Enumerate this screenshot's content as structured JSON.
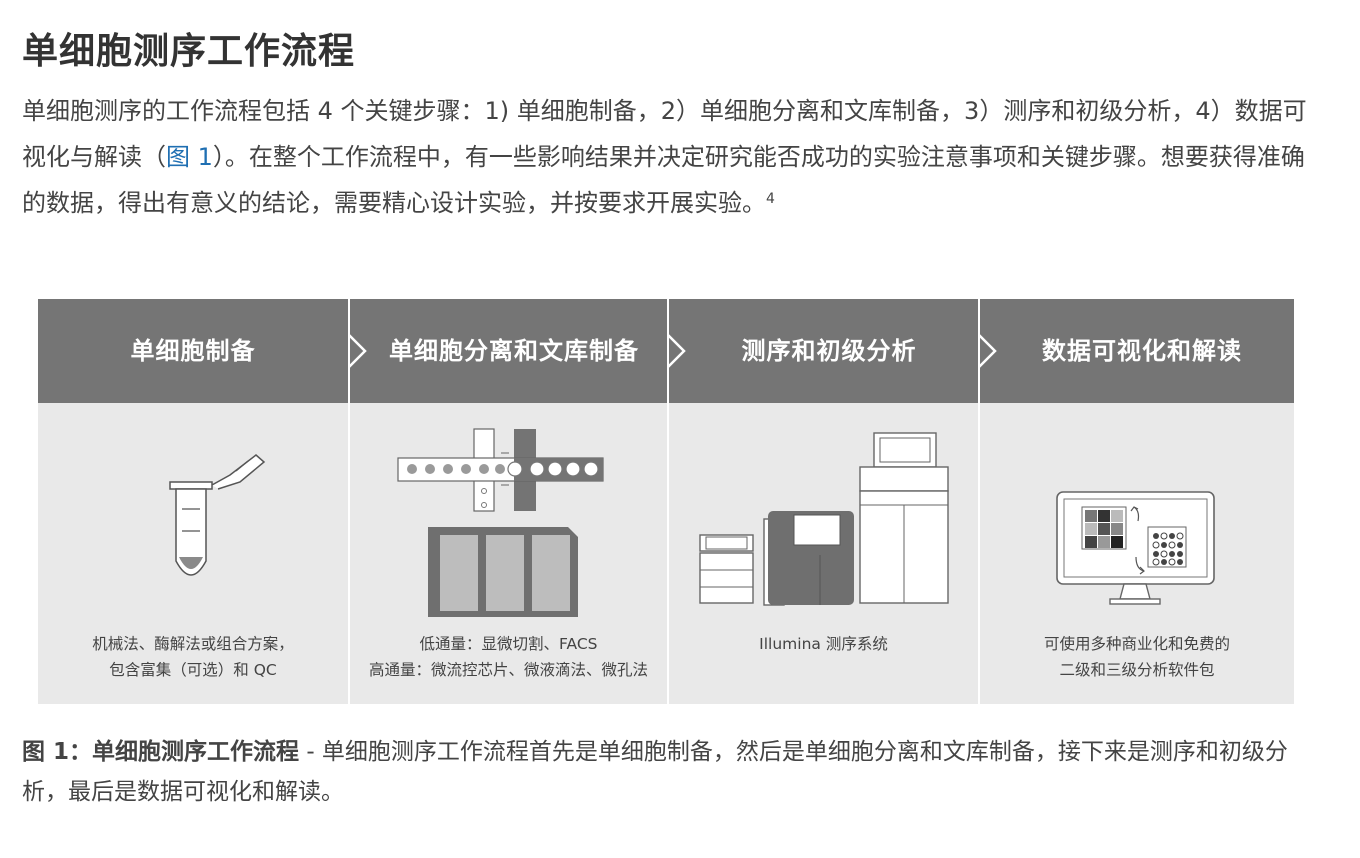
{
  "title": "单细胞测序工作流程",
  "intro": {
    "text_before": "单细胞测序的工作流程包括 4 个关键步骤：1) 单细胞制备，2）单细胞分离和文库制备，3）测序和初级分析，4）数据可视化与解读（",
    "link": "图 1",
    "text_after": "）。在整个工作流程中，有一些影响结果并决定研究能否成功的实验注意事项和关键步骤。想要获得准确的数据，得出有意义的结论，需要精心设计实验，并按要求开展实验。",
    "superscript": "4"
  },
  "diagram": {
    "columns": [
      {
        "title": "单细胞制备",
        "caption_lines": [
          "机械法、酶解法或组合方案，",
          "包含富集（可选）和 QC"
        ]
      },
      {
        "title": "单细胞分离和文库制备",
        "caption_lines": [
          "低通量：显微切割、FACS",
          "高通量：微流控芯片、微液滴法、微孔法"
        ]
      },
      {
        "title": "测序和初级分析",
        "caption_lines": [
          "Illumina 测序系统"
        ]
      },
      {
        "title": "数据可视化和解读",
        "caption_lines": [
          "可使用多种商业化和免费的",
          "二级和三级分析软件包"
        ]
      }
    ]
  },
  "figure_caption": {
    "label": "图 1：单细胞测序工作流程",
    "text": " - 单细胞测序工作流程首先是单细胞制备，然后是单细胞分离和文库制备，接下来是测序和初级分析，最后是数据可视化和解读。"
  },
  "colors": {
    "header_bar": "#757575",
    "panel_bg": "#e9e9e9",
    "link": "#1f6fb2",
    "text": "#444444"
  }
}
